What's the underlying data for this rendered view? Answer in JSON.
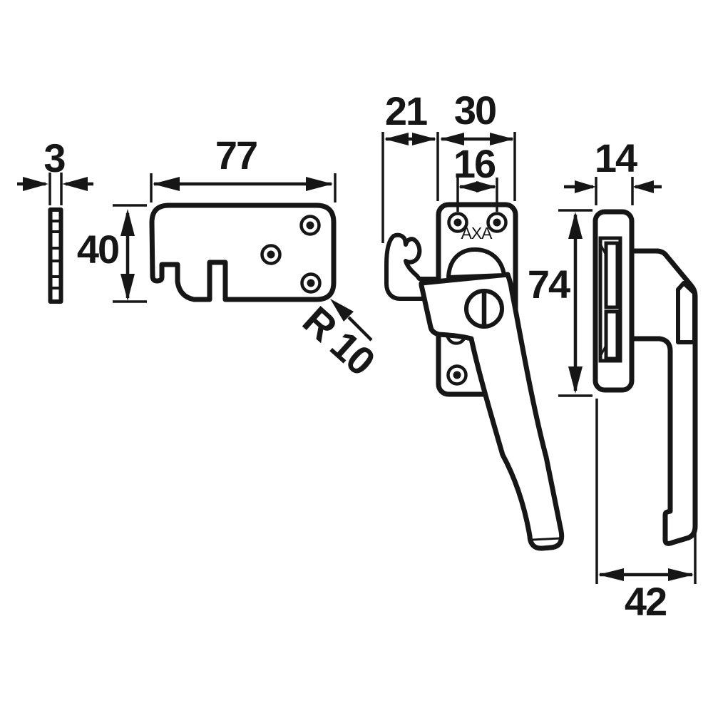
{
  "drawing": {
    "brand": "AXA",
    "labels": {
      "thickness": "3",
      "plate_width": "77",
      "plate_height": "40",
      "corner_radius": "R 10",
      "hook_offset": "21",
      "base_width": "30",
      "hole_spacing": "16",
      "base_height": "74",
      "side_depth": "14",
      "handle_reach": "42"
    }
  }
}
